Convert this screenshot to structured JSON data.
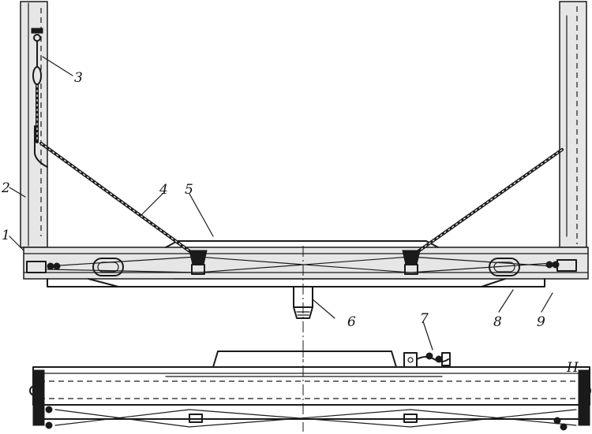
{
  "callouts": [
    {
      "id": "1",
      "label": "1"
    },
    {
      "id": "2",
      "label": "2"
    },
    {
      "id": "3",
      "label": "3"
    },
    {
      "id": "4",
      "label": "4"
    },
    {
      "id": "5",
      "label": "5"
    },
    {
      "id": "6",
      "label": "6"
    },
    {
      "id": "7",
      "label": "7"
    },
    {
      "id": "8",
      "label": "8"
    },
    {
      "id": "9",
      "label": "9"
    }
  ],
  "corner_mark": "H"
}
